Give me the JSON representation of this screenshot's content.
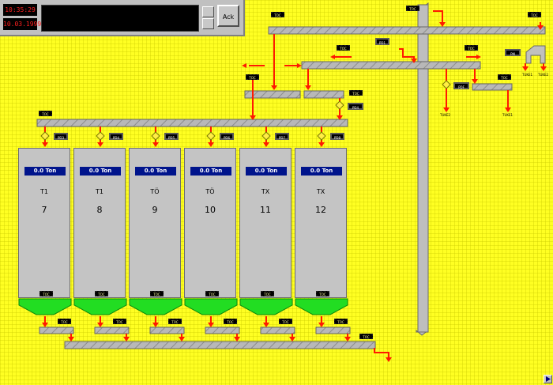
{
  "header": {
    "time": "10:35:29",
    "date": "10.03.1999",
    "ack_label": "Ack"
  },
  "silos": [
    {
      "weight": "0.0 Ton",
      "type": "T1",
      "number": "7"
    },
    {
      "weight": "0.0 Ton",
      "type": "T1",
      "number": "8"
    },
    {
      "weight": "0.0 Ton",
      "type": "TÖ",
      "number": "9"
    },
    {
      "weight": "0.0 Ton",
      "type": "TÖ",
      "number": "10"
    },
    {
      "weight": "0.0 Ton",
      "type": "TX",
      "number": "11"
    },
    {
      "weight": "0.0 Ton",
      "type": "TX",
      "number": "12"
    }
  ],
  "valves": {
    "v1": "PD3",
    "v2": "PD4",
    "v3": "PD5",
    "v4": "PD6",
    "v5": "PD7",
    "v6": "PD8",
    "pd4": "PD4",
    "pd": "PD1",
    "pdf": "PDF",
    "pm": "PM"
  },
  "outlets": {
    "tuke2": "TUKE2",
    "tuke1": "TUKE1",
    "tuke1_top": "TUKE1",
    "tuke2_top": "TUKE2"
  },
  "tag_text": "TOC",
  "colors": {
    "background": "#ffff22",
    "pipe": "#ff1a00",
    "conveyor": "#b4b4b4",
    "silo": "#c4c4c4",
    "hopper": "#22dd22",
    "weight_bg": "#00148c"
  }
}
